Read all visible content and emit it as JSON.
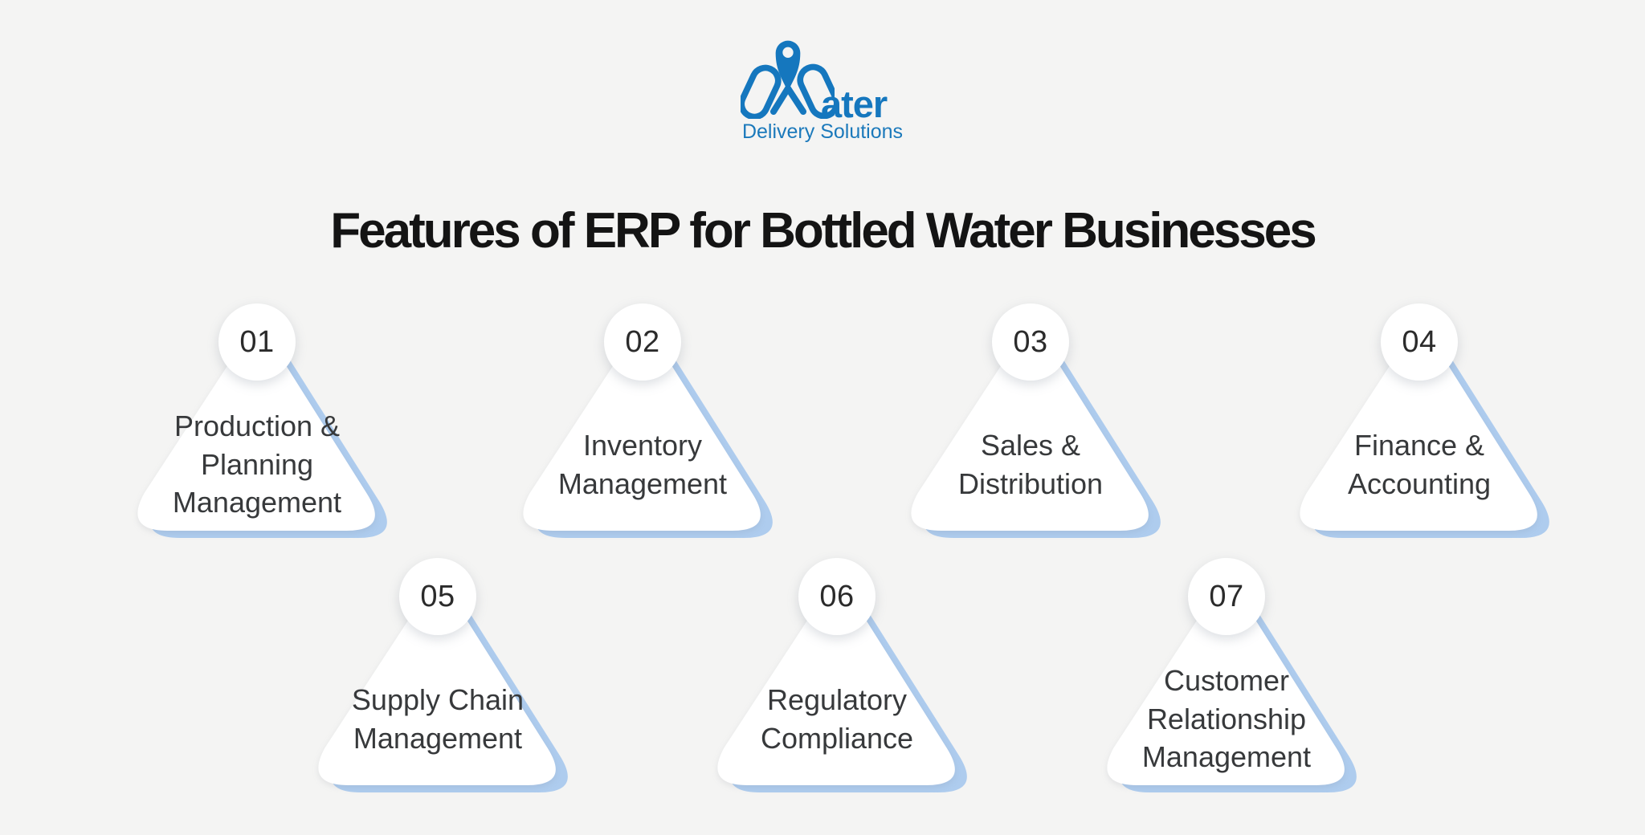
{
  "brand": {
    "wordmark_suffix": "ater",
    "tagline": "Delivery Solutions",
    "color": "#1577be"
  },
  "title": "Features of ERP for Bottled Water Businesses",
  "features": [
    {
      "number": "01",
      "label": "Production & Planning Management"
    },
    {
      "number": "02",
      "label": "Inventory Management"
    },
    {
      "number": "03",
      "label": "Sales & Distribution"
    },
    {
      "number": "04",
      "label": "Finance & Accounting"
    },
    {
      "number": "05",
      "label": "Supply Chain Management"
    },
    {
      "number": "06",
      "label": "Regulatory Compliance"
    },
    {
      "number": "07",
      "label": "Customer Relationship Management"
    }
  ],
  "colors": {
    "background": "#f4f4f3",
    "card_fill": "#ffffff",
    "triangle_shadow_blue": "#aeccee",
    "title_text": "#141414",
    "label_text": "#37393b",
    "number_text": "#2b2b2b",
    "brand_blue": "#1577be"
  }
}
